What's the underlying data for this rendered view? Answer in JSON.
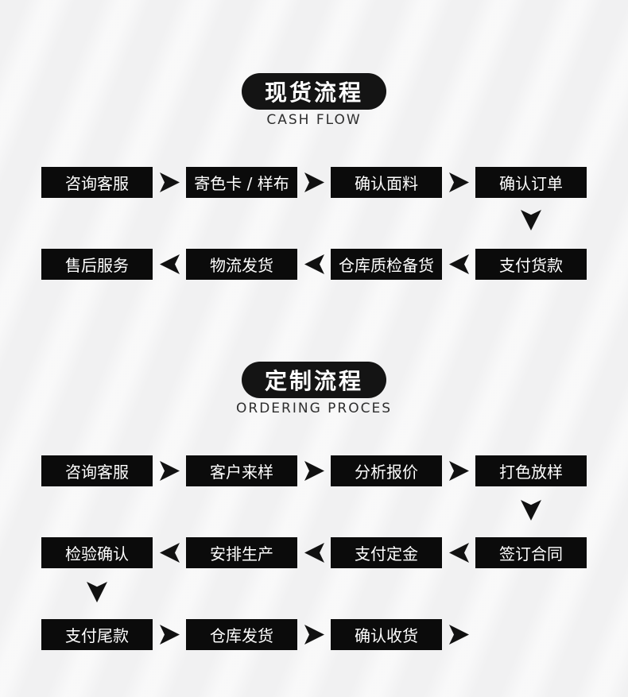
{
  "page": {
    "background_color": "#f1f1f2",
    "box_color": "#0b0b0b",
    "box_text_color": "#ffffff",
    "arrow_color": "#111111",
    "header_pill_color": "#141414"
  },
  "sections": [
    {
      "title": "现货流程",
      "subtitle": "CASH FLOW",
      "rows": [
        {
          "direction": "right",
          "boxes": [
            "咨询客服",
            "寄色卡 / 样布",
            "确认面料",
            "确认订单"
          ]
        },
        {
          "direction": "left",
          "boxes": [
            "售后服务",
            "物流发货",
            "仓库质检备货",
            "支付货款"
          ]
        }
      ],
      "connectors": [
        "down-arrow from 确认订单 to 支付货款"
      ]
    },
    {
      "title": "定制流程",
      "subtitle": "ORDERING PROCES",
      "rows": [
        {
          "direction": "right",
          "boxes": [
            "咨询客服",
            "客户来样",
            "分析报价",
            "打色放样"
          ]
        },
        {
          "direction": "left",
          "boxes": [
            "检验确认",
            "安排生产",
            "支付定金",
            "签订合同"
          ]
        },
        {
          "direction": "right",
          "trailing_arrow": true,
          "boxes": [
            "支付尾款",
            "仓库发货",
            "确认收货"
          ]
        }
      ],
      "connectors": [
        "down-arrow from 打色放样 to 签订合同",
        "down-arrow from 检验确认 to 支付尾款"
      ]
    }
  ]
}
